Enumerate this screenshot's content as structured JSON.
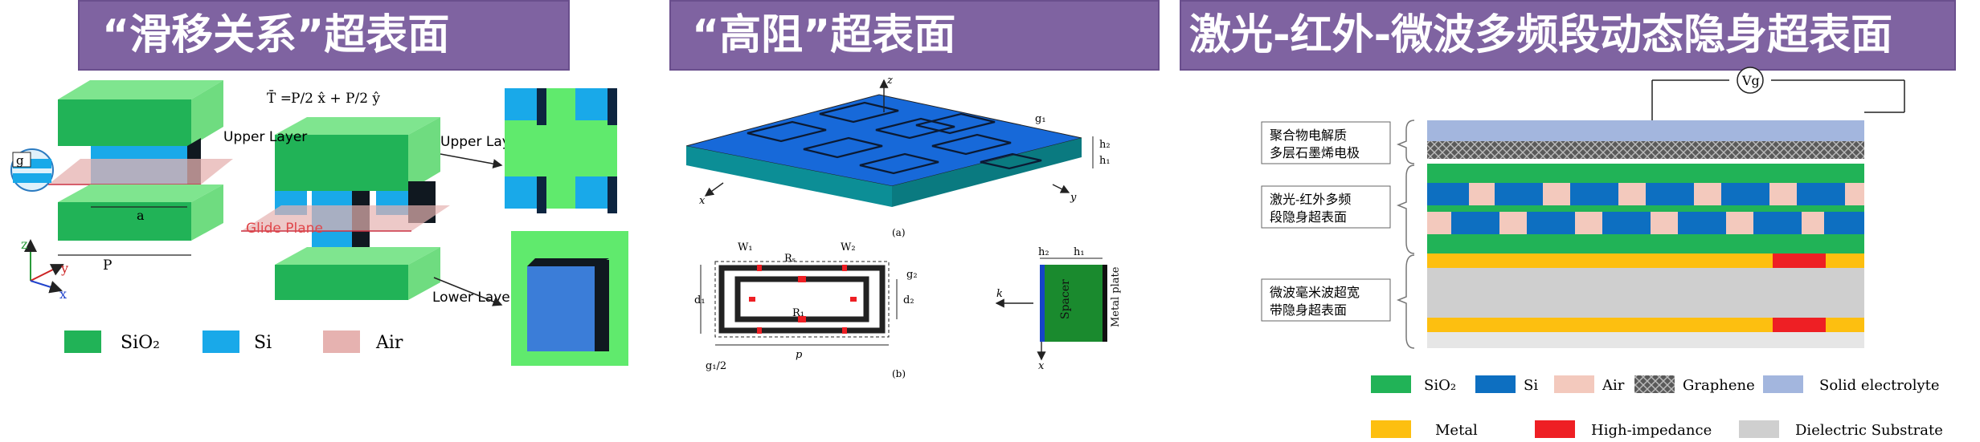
{
  "banners": {
    "left": "“滑移关系”超表面",
    "middle": "“高阻”超表面",
    "right": "激光-红外-微波多频段动态隐身超表面"
  },
  "left_panel": {
    "formula_T": "T̄ = ",
    "formula_rest": "P/2 x̂ + P/2 ŷ",
    "upper_layer_1": "Upper Layer",
    "upper_layer_2": "Upper Layer",
    "lower_layer": "Lower Layer",
    "glide_plane": "Glide Plane",
    "gap_label": "g",
    "a_label": "a",
    "p_label": "P",
    "axis_z": "z",
    "axis_y": "y",
    "axis_x": "x",
    "legend": [
      "SiO₂",
      "Si",
      "Air"
    ]
  },
  "middle_panel": {
    "axis_z": "z",
    "axis_x": "x",
    "axis_y": "y",
    "g1": "g₁",
    "h2": "h₂",
    "h1": "h₁",
    "cap_a": "(a)",
    "cap_b": "(b)",
    "w1": "W₁",
    "w2": "W₂",
    "rs": "Rₛ",
    "r1": "R₁",
    "g2": "g₂",
    "d1": "d₁",
    "d2": "d₂",
    "g1_half": "g₁/2",
    "p": "p",
    "spacer": "Spacer",
    "metal_plate": "Metal plate",
    "k_label": "k",
    "x_label": "x",
    "h2b": "h₂",
    "h1b": "h₁"
  },
  "right_panel": {
    "voltage": "Vg",
    "box1": [
      "聚合物电解质",
      "多层石墨烯电极"
    ],
    "box2": [
      "激光-红外多频",
      "段隐身超表面"
    ],
    "box3": [
      "微波毫米波超宽",
      "带隐身超表面"
    ],
    "legend_row1": [
      "SiO₂",
      "Si",
      "Air",
      "Graphene",
      "Solid electrolyte"
    ],
    "legend_row2": [
      "Metal",
      "High-impedance",
      "Dielectric Substrate"
    ]
  },
  "colors": {
    "sio2": "#21b357",
    "sio2_light": "#7fe58f",
    "si": "#19a9e9",
    "si_right": "#0d6fc1",
    "air": "#f3c9bd",
    "air_left": "#e6b2b0",
    "metal": "#fdbf10",
    "high_impedance": "#ee1f24",
    "dielectric": "#cfcfcf",
    "solid_electrolyte": "#a3b6de",
    "banner": "#7f63a1"
  }
}
